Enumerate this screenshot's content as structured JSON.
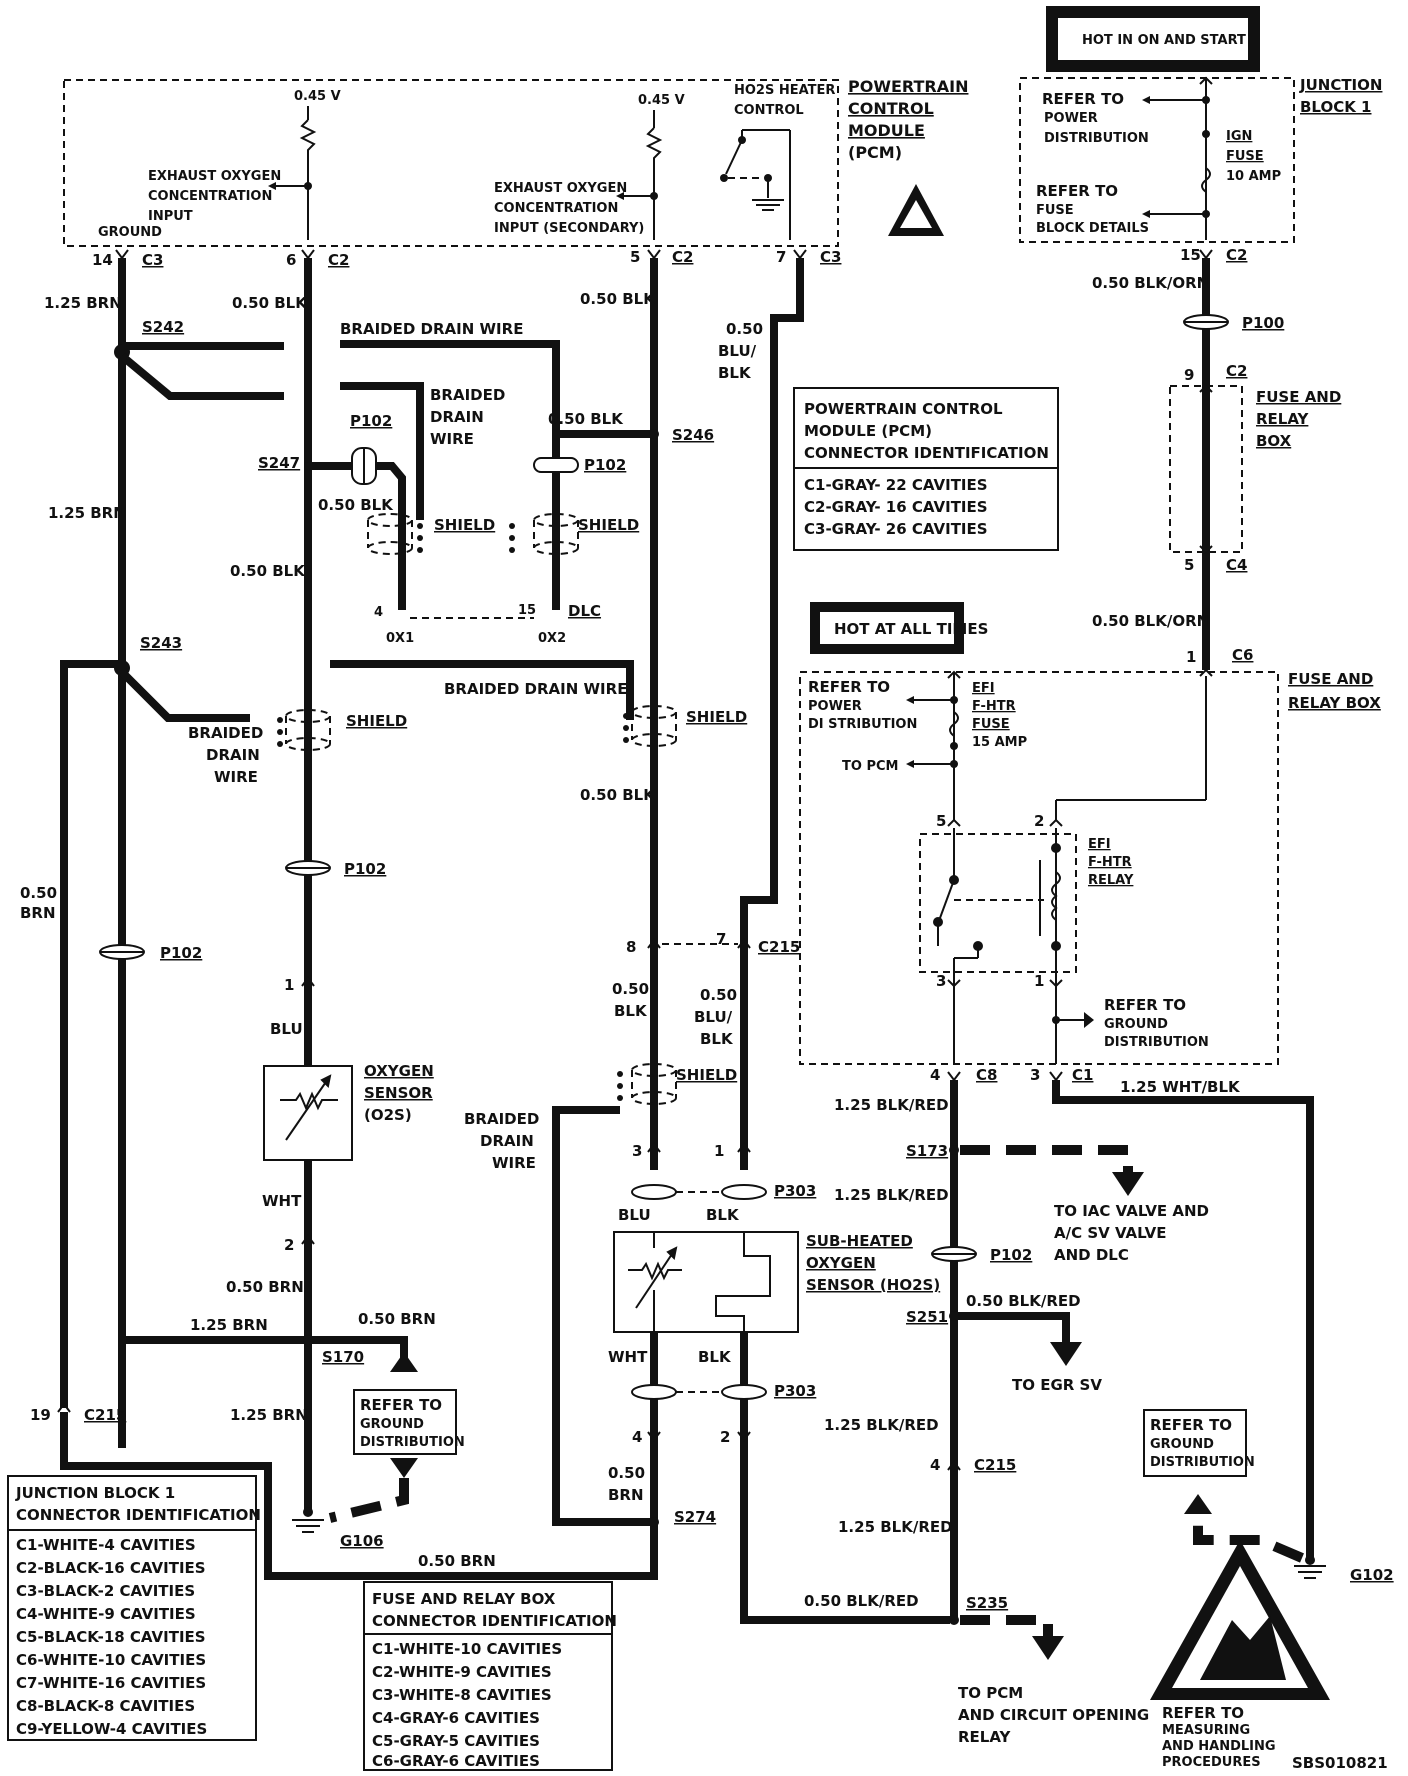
{
  "pcm": {
    "title": [
      "POWERTRAIN",
      "CONTROL",
      "MODULE",
      "(PCM)"
    ],
    "v1": "0.45 V",
    "v2": "0.45 V",
    "in1": [
      "EXHAUST OXYGEN",
      "CONCENTRATION",
      "INPUT"
    ],
    "in2": [
      "EXHAUST OXYGEN",
      "CONCENTRATION",
      "INPUT  (SECONDARY)"
    ],
    "heater": [
      "HO2S HEATER",
      "CONTROL"
    ],
    "ground": "GROUND"
  },
  "pins": {
    "p14": "14",
    "c3a": "C3",
    "p6": "6",
    "c2a": "C2",
    "p5": "5",
    "c2b": "C2",
    "p7": "7",
    "c3b": "C3",
    "p15": "15",
    "c2c": "C2",
    "p9": "9",
    "c2d": "C2",
    "p5b": "5",
    "c4": "C4",
    "p1": "1",
    "c6": "C6",
    "p5r": "5",
    "p2r": "2",
    "p3r": "3",
    "p1r": "1",
    "p4": "4",
    "c8": "C8",
    "p3c": "3",
    "c1": "C1",
    "p8": "8",
    "p7b": "7",
    "c215a": "C215",
    "p1o": "1",
    "p2o": "2",
    "p3h": "3",
    "p1h": "1",
    "p4h": "4",
    "p2h": "2",
    "p19": "19",
    "c215b": "C215",
    "p4c": "4",
    "c215c": "C215",
    "ox1p": "4",
    "ox1": "0X1",
    "ox2p": "15",
    "ox2": "0X2",
    "dlc": "DLC"
  },
  "hot_on": "HOT IN ON AND START",
  "hot_all": "HOT AT ALL TIMES",
  "jb1": {
    "title": [
      "JUNCTION",
      "BLOCK 1"
    ],
    "ref1": [
      "REFER TO",
      "POWER",
      "DISTRIBUTION"
    ],
    "ref2": [
      "REFER TO",
      "FUSE",
      "BLOCK DETAILS"
    ],
    "fuse": [
      "IGN",
      "FUSE",
      "10 AMP"
    ]
  },
  "wires": {
    "brn125a": "1.25 BRN",
    "brn125b": "1.25 BRN",
    "blk050a": "0.50 BLK",
    "blk050b": "0.50 BLK",
    "blk050c": "0.50 BLK",
    "blk050d": "0.50 BLK",
    "blk050e": "0.50 BLK",
    "blk050f": "0.50 BLK",
    "blublk1": [
      "0.50",
      "BLU/",
      "BLK"
    ],
    "blublk2": [
      "0.50",
      "BLU/",
      "BLK"
    ],
    "blk050g": [
      "0.50",
      "BLK"
    ],
    "blkorn1": "0.50 BLK/ORN",
    "blkorn2": "0.50 BLK/ORN",
    "brn050": [
      "0.50",
      "BRN"
    ],
    "blu": "BLU",
    "wht": "WHT",
    "brn050b": "0.50 BRN",
    "brn125c": "1.25 BRN",
    "brn050c": "0.50 BRN",
    "brn125d": "1.25 BRN",
    "brn050d": "0.50 BRN",
    "brn050e": [
      "0.50",
      "BRN"
    ],
    "blkred1": "1.25 BLK/RED",
    "blkred2": "1.25 BLK/RED",
    "blkred3": "0.50 BLK/RED",
    "blkred4": "1.25 BLK/RED",
    "blkred5": "1.25 BLK/RED",
    "blkred6": "0.50 BLK/RED",
    "whtblk": "1.25 WHT/BLK",
    "blu2": "BLU",
    "blk2": "BLK",
    "wht2": "WHT",
    "blk3": "BLK"
  },
  "splices": {
    "s242": "S242",
    "s243": "S243",
    "s247": "S247",
    "s246": "S246",
    "s170": "S170",
    "s274": "S274",
    "s173": "S173",
    "s251": "S251",
    "s235": "S235"
  },
  "conns": {
    "p102a": "P102",
    "p102b": "P102",
    "p102c": "P102",
    "p102d": "P102",
    "p102e": "P102",
    "p100": "P100",
    "p303a": "P303",
    "p303b": "P303"
  },
  "grounds": {
    "g106": "G106",
    "g102": "G102"
  },
  "drain": {
    "bdw1": "BRAIDED DRAIN WIRE",
    "bdw2": [
      "BRAIDED",
      "DRAIN",
      "WIRE"
    ],
    "bdw3": [
      "BRAIDED",
      "DRAIN",
      "WIRE"
    ],
    "bdw4": "BRAIDED DRAIN WIRE",
    "bdw5": [
      "BRAIDED",
      "DRAIN",
      "WIRE"
    ],
    "shield": "SHIELD"
  },
  "pcm_id": {
    "title": [
      "POWERTRAIN CONTROL",
      "MODULE (PCM)",
      "CONNECTOR IDENTIFICATION"
    ],
    "rows": [
      "C1-GRAY- 22 CAVITIES",
      "C2-GRAY- 16 CAVITIES",
      "C3-GRAY- 26 CAVITIES"
    ]
  },
  "frb": {
    "title1": [
      "FUSE AND",
      "RELAY",
      "BOX"
    ],
    "title2": [
      "FUSE AND",
      "RELAY BOX"
    ],
    "ref1": [
      "REFER TO",
      "POWER",
      "DI STRIBUTION"
    ],
    "topcm": "TO PCM",
    "fuse": [
      "EFI",
      "F-HTR",
      "FUSE",
      "15 AMP"
    ],
    "relay": [
      "EFI",
      "F-HTR",
      "RELAY"
    ],
    "refgnd": [
      "REFER TO",
      "GROUND",
      "DISTRIBUTION"
    ]
  },
  "o2s": [
    "OXYGEN",
    "SENSOR",
    "(O2S)"
  ],
  "ho2s": [
    "SUB-HEATED",
    "OXYGEN",
    "SENSOR (HO2S)"
  ],
  "refgnd1": [
    "REFER TO",
    "GROUND",
    "DISTRIBUTION"
  ],
  "refgnd2": [
    "REFER TO",
    "GROUND",
    "DISTRIBUTION"
  ],
  "to_iac": [
    "TO IAC VALVE AND",
    "A/C SV VALVE",
    "AND DLC"
  ],
  "to_egr": "TO EGR SV",
  "to_pcm": [
    "TO PCM",
    "AND CIRCUIT OPENING",
    "RELAY"
  ],
  "jb1_id": {
    "title": [
      "JUNCTION BLOCK 1",
      "CONNECTOR IDENTIFICATION"
    ],
    "rows": [
      "C1-WHITE-4 CAVITIES",
      "C2-BLACK-16 CAVITIES",
      "C3-BLACK-2 CAVITIES",
      "C4-WHITE-9 CAVITIES",
      "C5-BLACK-18 CAVITIES",
      "C6-WHITE-10 CAVITIES",
      "C7-WHITE-16 CAVITIES",
      "C8-BLACK-8 CAVITIES",
      "C9-YELLOW-4 CAVITIES"
    ]
  },
  "frb_id": {
    "title": [
      "FUSE AND RELAY BOX",
      "CONNECTOR IDENTIFICATION"
    ],
    "rows": [
      "C1-WHITE-10 CAVITIES",
      "C2-WHITE-9 CAVITIES",
      "C3-WHITE-8 CAVITIES",
      "C4-GRAY-6 CAVITIES",
      "C5-GRAY-5 CAVITIES",
      "C6-GRAY-6 CAVITIES"
    ]
  },
  "esd": [
    "REFER TO",
    "MEASURING",
    "AND HANDLING",
    "PROCEDURES"
  ],
  "code": "SBS010821"
}
